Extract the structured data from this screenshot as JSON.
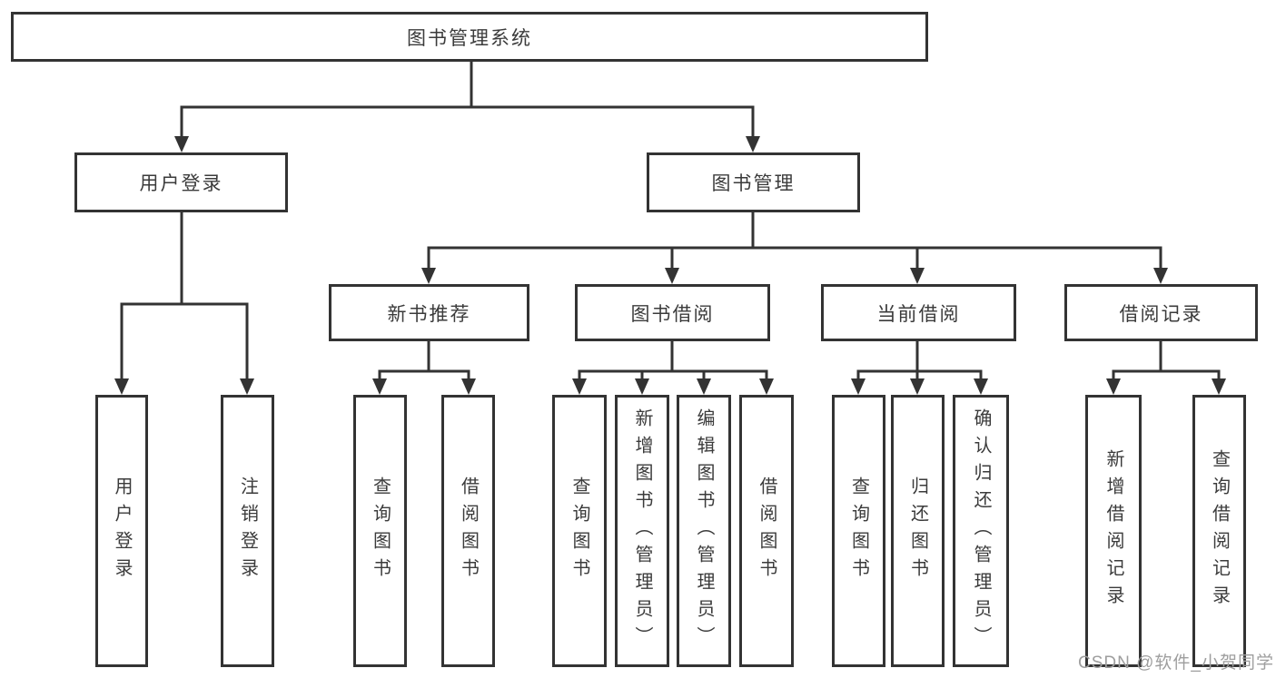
{
  "diagram": {
    "type": "hierarchy-tree",
    "root": {
      "label": "图书管理系统"
    },
    "level1": [
      {
        "label": "用户登录"
      },
      {
        "label": "图书管理"
      }
    ],
    "level2": [
      {
        "label": "新书推荐"
      },
      {
        "label": "图书借阅"
      },
      {
        "label": "当前借阅"
      },
      {
        "label": "借阅记录"
      }
    ],
    "leaves": {
      "user_login": [
        {
          "label": "用户登录"
        },
        {
          "label": "注销登录"
        }
      ],
      "new_book_rec": [
        {
          "label": "查询图书"
        },
        {
          "label": "借阅图书"
        }
      ],
      "book_borrow": [
        {
          "label": "查询图书"
        },
        {
          "label": "新增图书（管理员）"
        },
        {
          "label": "编辑图书（管理员）"
        },
        {
          "label": "借阅图书"
        }
      ],
      "current_borrow": [
        {
          "label": "查询图书"
        },
        {
          "label": "归还图书"
        },
        {
          "label": "确认归还（管理员）"
        }
      ],
      "borrow_records": [
        {
          "label": "新增借阅记录"
        },
        {
          "label": "查询借阅记录"
        }
      ]
    }
  },
  "watermark": {
    "text": "CSDN @软件_小贺同学"
  },
  "colors": {
    "line": "#333333",
    "box_border": "#333333",
    "text": "#3b3b3b",
    "watermark": "#9e9e9e",
    "background": "#ffffff"
  }
}
